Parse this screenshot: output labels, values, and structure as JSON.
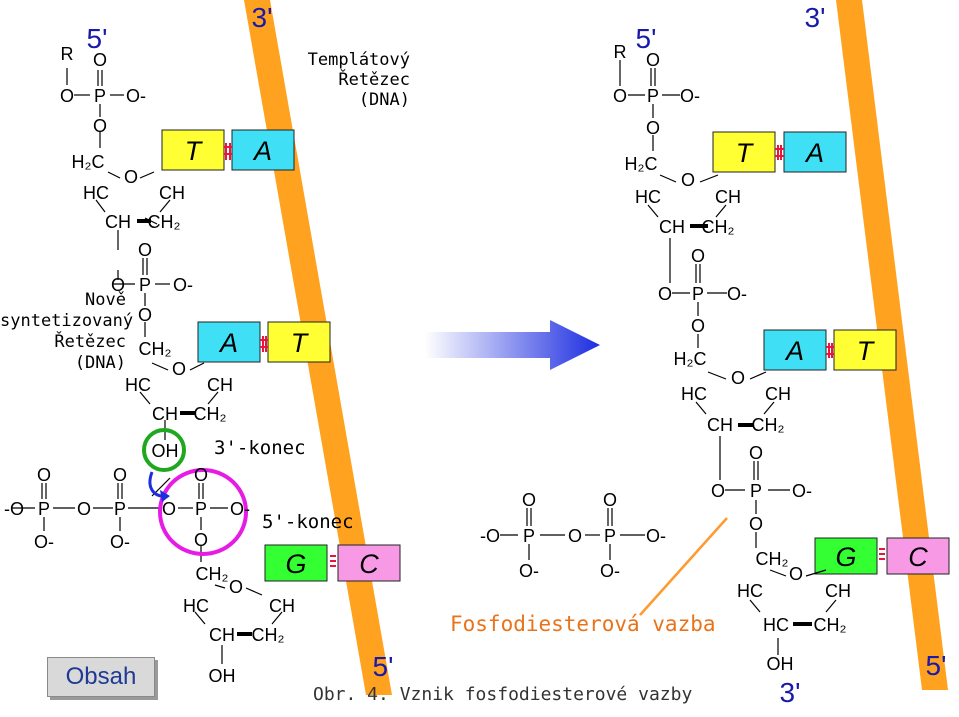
{
  "labels": {
    "templatovy": "Templátový\nŘetězec\n(DNA)",
    "novy": "Nově\nsyntetizovaný\nŘetězec\n(DNA)",
    "konec3": "3'-konec",
    "konec5": "5'-konec",
    "fosfodiester": "Fosfodiesterová vazba",
    "caption": "Obr. 4. Vznik fosfodiesterové vazby"
  },
  "ends": {
    "five_prime": "5'",
    "three_prime": "3'"
  },
  "bases": {
    "T": "T",
    "A": "A",
    "G": "G",
    "C": "C"
  },
  "atoms": {
    "R": "R",
    "O": "O",
    "Ominus": "O-",
    "minusO": "-O",
    "P": "P",
    "H2C": "H₂C",
    "HC": "HC",
    "CH": "CH",
    "CH2": "CH₂",
    "OH": "OH"
  },
  "nav": {
    "obsah": "Obsah"
  },
  "colors": {
    "strand": "#FFA21F",
    "T": "#FFFF33",
    "A": "#3FE0F5",
    "G": "#33FF33",
    "C": "#F799E5",
    "hbond": "#E8163C",
    "arrow": "#1d2de0",
    "circle_green": "#1fa81f",
    "circle_magenta": "#e61ce6"
  }
}
